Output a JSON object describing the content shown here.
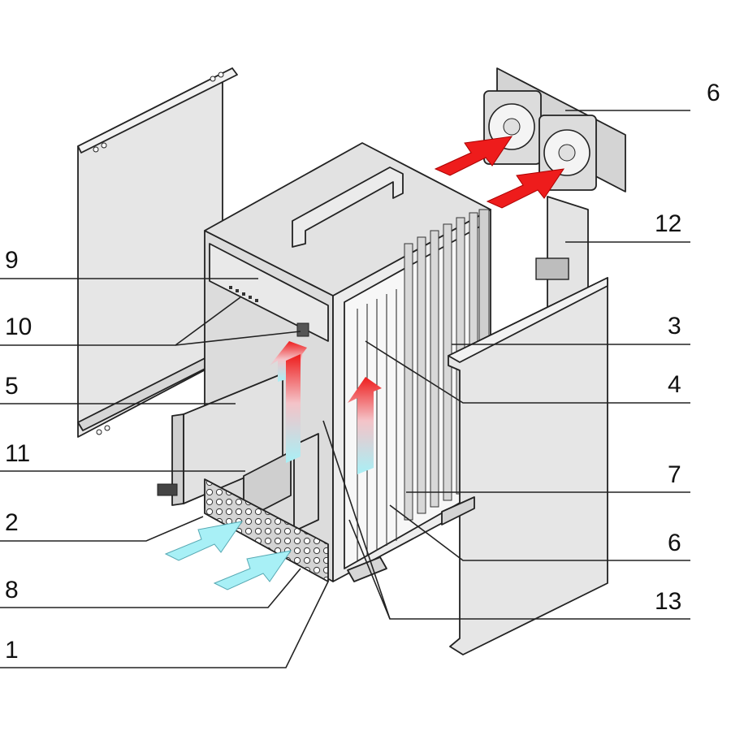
{
  "callouts": {
    "c9": "9",
    "c10": "10",
    "c5": "5",
    "c11": "11",
    "c2": "2",
    "c8": "8",
    "c1": "1",
    "c6_top": "6",
    "c12": "12",
    "c3": "3",
    "c4": "4",
    "c7": "7",
    "c6_bottom": "6",
    "c13": "13"
  },
  "colors": {
    "hot_air": "#ee1c1c",
    "cool_air": "#a8f0f6",
    "panel_fill": "#e6e6e6",
    "panel_dark": "#c8c8c8",
    "panel_light": "#f0f0f0"
  }
}
